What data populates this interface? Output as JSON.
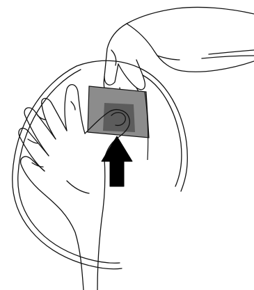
{
  "figure": {
    "kind": "instruction-illustration",
    "line_color": "#111111",
    "background_color": "#ffffff",
    "pad_fill_color": "#8c8c8c",
    "pad_dark_fill_color": "#5c5c5c",
    "arrow_color": "#000000",
    "arrow_direction": "up",
    "icons": [
      "lid-outline",
      "hand-holding-pad",
      "hand-pushing-up",
      "gray-pad",
      "up-arrow-icon"
    ]
  }
}
